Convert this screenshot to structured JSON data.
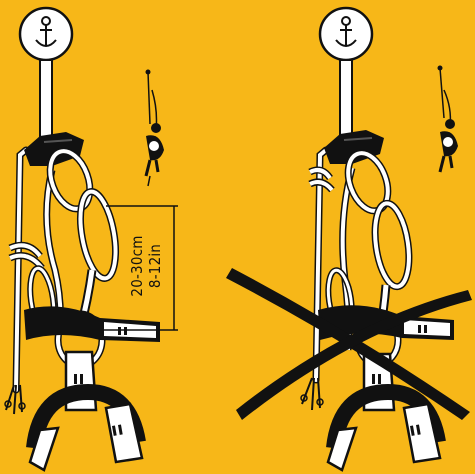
{
  "diagram": {
    "background_color": "#f7b718",
    "ink_color": "#111111",
    "rope_color": "#ffffff",
    "left_panel": {
      "status": "correct",
      "distance_metric": "20-30cm",
      "distance_imperial": "8-12in"
    },
    "right_panel": {
      "status": "incorrect",
      "cross_mark": "big-x"
    },
    "icons": [
      "anchor-icon",
      "climber-icon",
      "belay-device-icon",
      "carabiner-icon",
      "harness-icon"
    ]
  }
}
